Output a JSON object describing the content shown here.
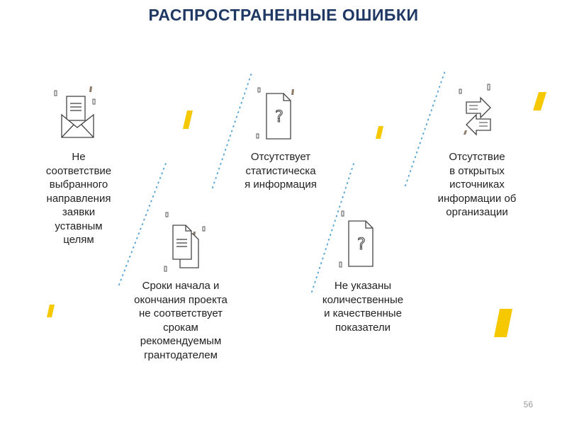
{
  "title": "РАСПРОСТРАНЕННЫЕ ОШИБКИ",
  "errors": [
    {
      "icon": "envelope-icon",
      "text": "Не\nсоответствие\nвыбранного\nнаправления\nзаявки\nуставным\nцелям"
    },
    {
      "icon": "documents-icon",
      "text": "Сроки начала и\nокончания проекта\nне соответствует\nсрокам\nрекомендуемым\nгрантодателем"
    },
    {
      "icon": "question-document-icon",
      "text": "Отсутствует\nстатистическа\nя информация"
    },
    {
      "icon": "question-document-icon",
      "text": "Не указаны\nколичественные\nи качественные\nпоказатели"
    },
    {
      "icon": "exchange-arrows-icon",
      "text": "Отсутствие\nв открытых\nисточниках\nинформации об\nорганизации"
    }
  ],
  "colors": {
    "title": "#1f3864",
    "accent_yellow": "#f5c800",
    "dots": "#5aa7d6",
    "icon_stroke": "#444444",
    "sparkle": "#8b7a6a"
  },
  "page_number": "56"
}
